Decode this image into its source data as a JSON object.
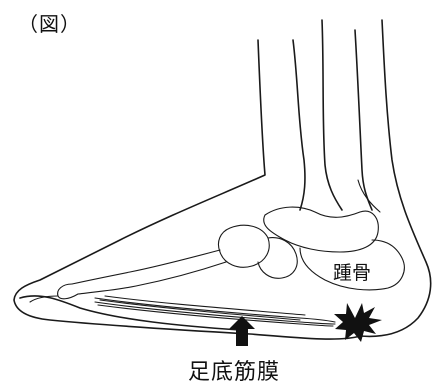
{
  "figure": {
    "caption": "（図）",
    "labels": {
      "heel_bone": "踵骨",
      "plantar_fascia": "足底筋膜"
    },
    "icons": {
      "pain_marker": "starburst-icon",
      "pointer": "up-arrow-icon"
    },
    "colors": {
      "ink": "#1a1a1a",
      "background": "#ffffff"
    }
  }
}
